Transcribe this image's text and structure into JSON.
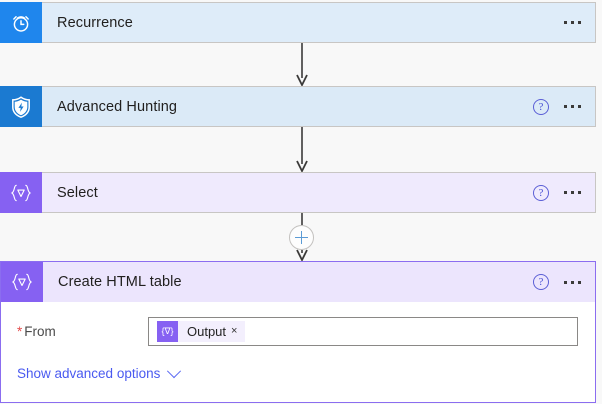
{
  "flow": {
    "steps": [
      {
        "id": "recurrence",
        "title": "Recurrence",
        "icon_name": "alarm-clock-icon",
        "icon_bg": "#1f86ed",
        "body_bg": "#deecf9",
        "has_help": false,
        "expanded": false
      },
      {
        "id": "advanced-hunting",
        "title": "Advanced Hunting",
        "icon_name": "shield-lightning-icon",
        "icon_bg": "#1b7ad1",
        "body_bg": "#dbeaf7",
        "has_help": true,
        "expanded": false
      },
      {
        "id": "select",
        "title": "Select",
        "icon_name": "data-operation-icon",
        "icon_bg": "#8661f2",
        "body_bg": "#efeafd",
        "has_help": true,
        "expanded": false
      },
      {
        "id": "create-html-table",
        "title": "Create HTML table",
        "icon_name": "data-operation-icon",
        "icon_bg": "#8661f2",
        "body_bg": "#ece5fd",
        "has_help": true,
        "expanded": true
      }
    ],
    "help_glyph": "?",
    "add_step_label": "+",
    "expanded_step": {
      "field": {
        "required_marker": "*",
        "label": "From",
        "token": {
          "icon_glyph": "{∇}",
          "label": "Output",
          "remove_glyph": "×"
        },
        "placeholder": ""
      },
      "advanced_options_label": "Show advanced options"
    },
    "icon_glyphs": {
      "data-operation-icon": "{∇}"
    },
    "colors": {
      "accent_blue": "#1f86ed",
      "accent_purple": "#8661f2",
      "link_blue": "#4a5af0",
      "required_red": "#e34a4a",
      "canvas": "#f8f8f8"
    }
  }
}
